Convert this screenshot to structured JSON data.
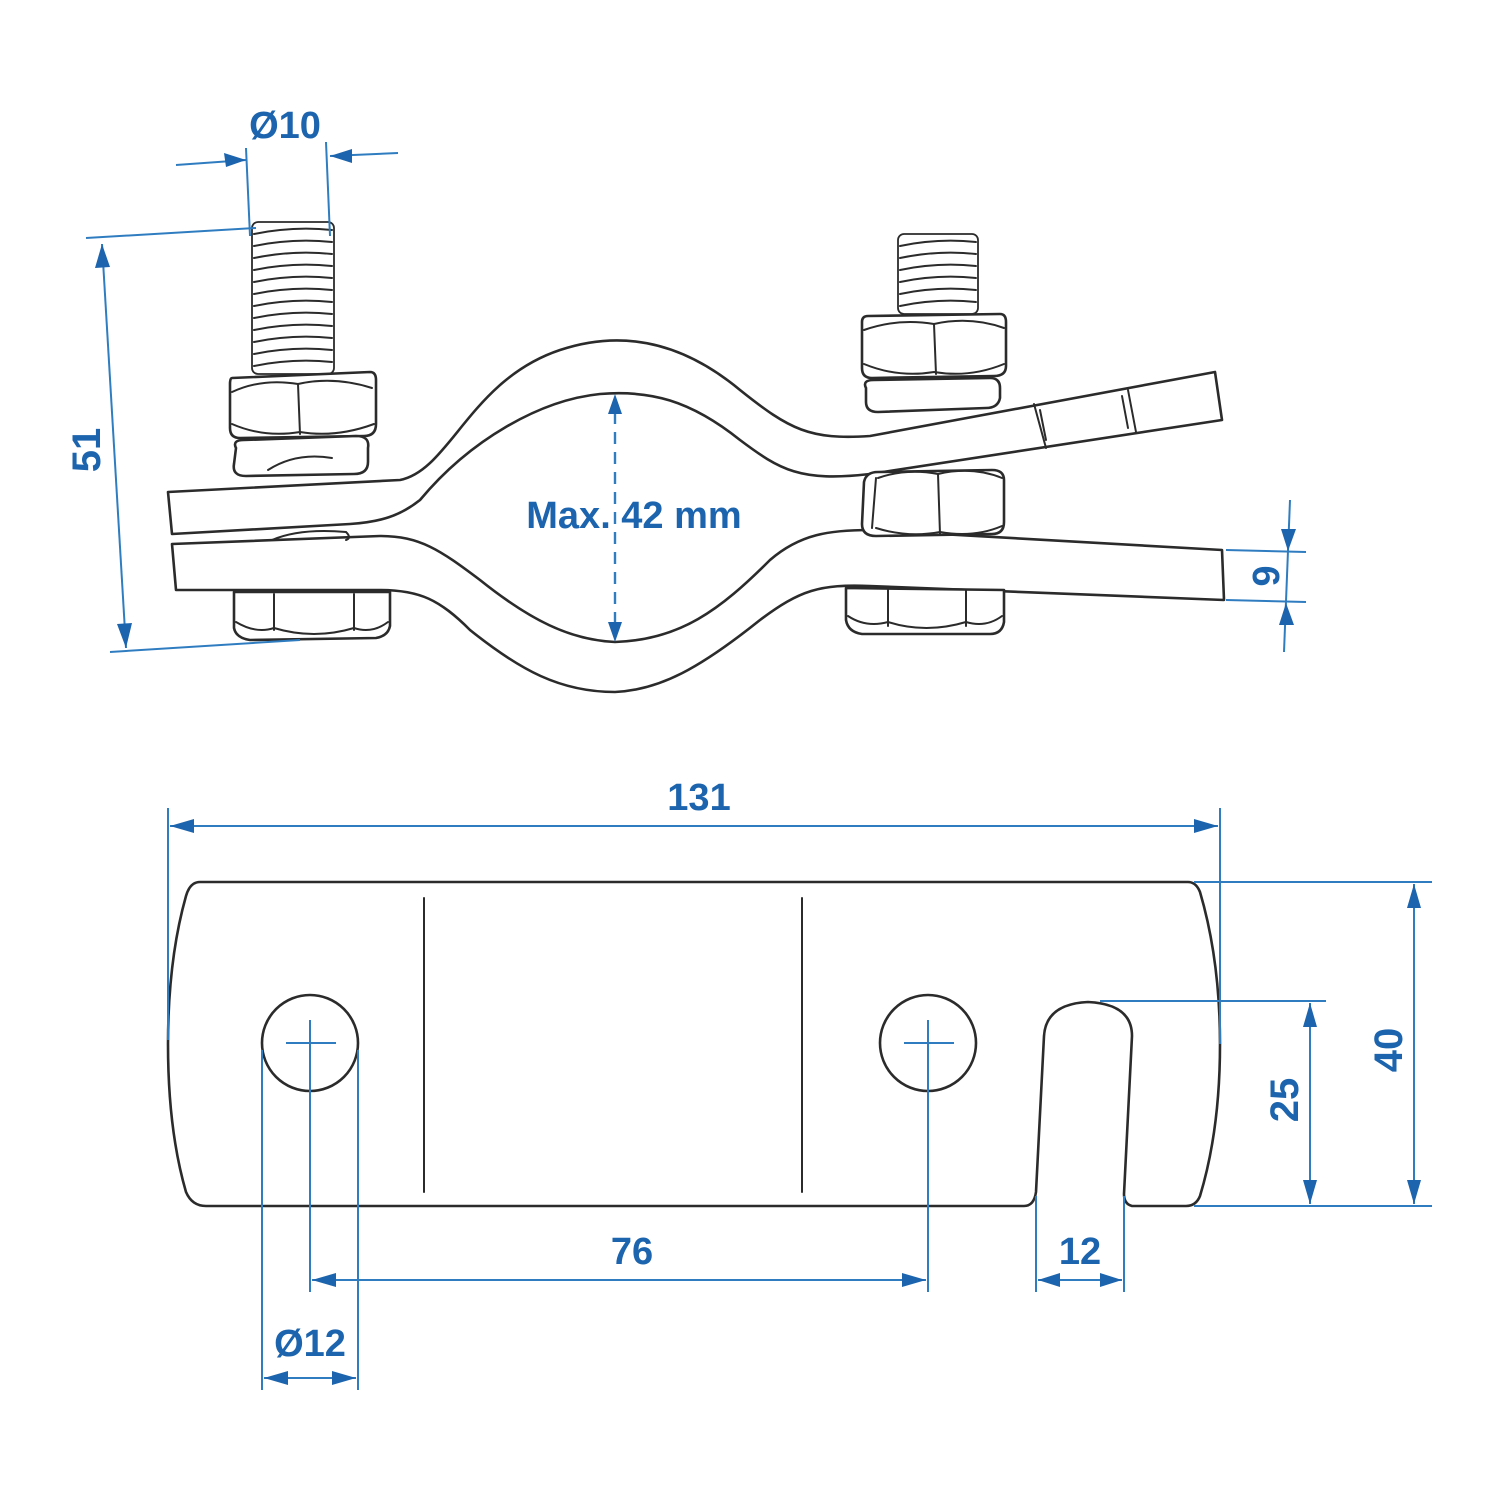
{
  "drawing": {
    "subject": "Pipe clamp with bolts (side view and flat strap top view)",
    "colors": {
      "background": "#ffffff",
      "outline": "#2b2b2b",
      "dimension_line": "#2f7dc0",
      "dimension_text": "#1c64ad"
    },
    "side_view": {
      "labels": {
        "bolt_diameter": "Ø10",
        "overall_height": "51",
        "max_pipe_diameter": "Max. 42 mm",
        "strap_thickness": "6"
      }
    },
    "top_view": {
      "labels": {
        "overall_length": "131",
        "overall_width": "40",
        "slot_depth": "25",
        "hole_spacing": "76",
        "slot_width": "12",
        "hole_diameter": "Ø12"
      }
    }
  }
}
